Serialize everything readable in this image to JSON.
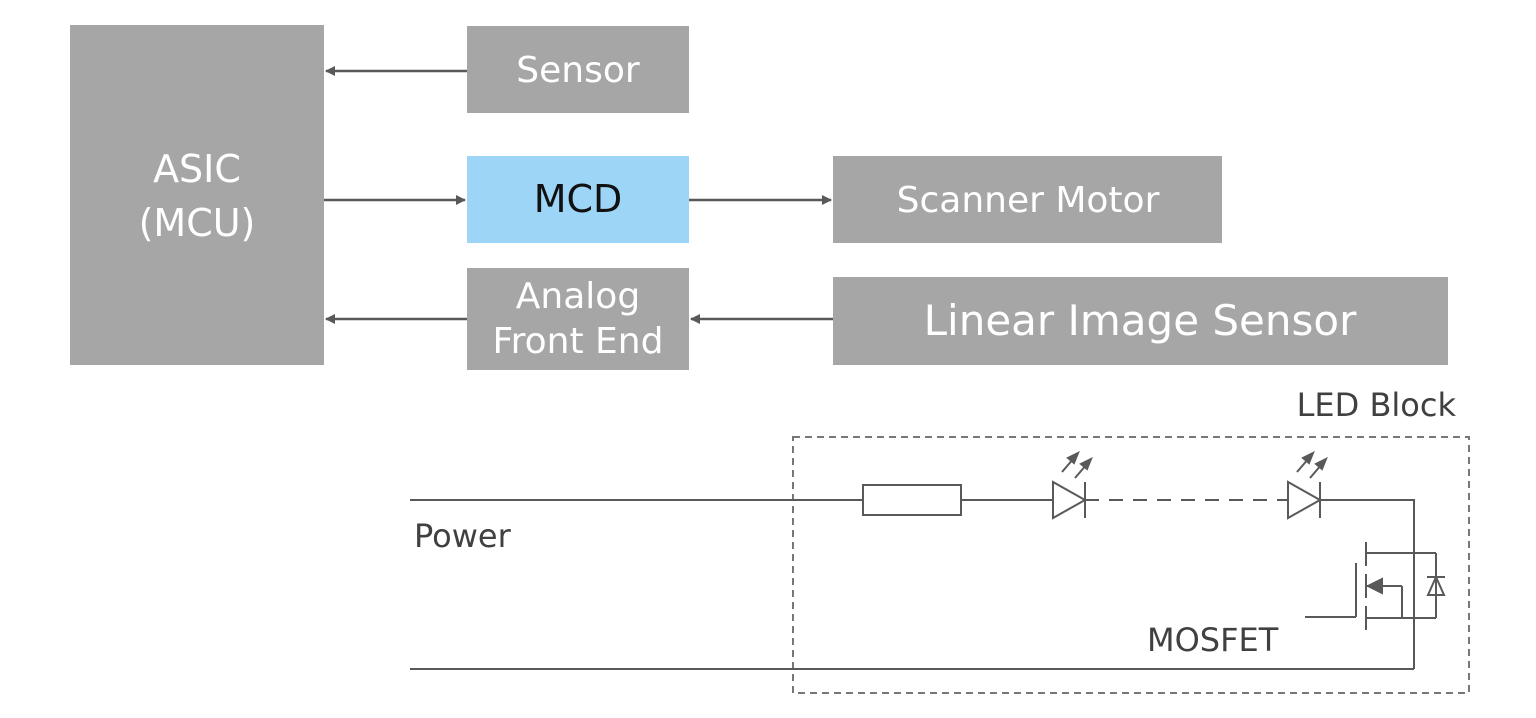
{
  "colors": {
    "block_fill": "#a6a6a6",
    "highlight_fill": "#9dd5f7",
    "block_text": "#ffffff",
    "highlight_text": "#111111",
    "line": "#595959",
    "label_text": "#404040"
  },
  "blocks": {
    "asic": {
      "line1": "ASIC",
      "line2": "(MCU)"
    },
    "sensor": {
      "label": "Sensor"
    },
    "mcd": {
      "label": "MCD"
    },
    "scanner_motor": {
      "label": "Scanner Motor"
    },
    "analog_front_end": {
      "line1": "Analog",
      "line2": "Front End"
    },
    "linear_image_sensor": {
      "label": "Linear Image Sensor"
    }
  },
  "circuit": {
    "led_block_label": "LED Block",
    "power_label": "Power",
    "mosfet_label": "MOSFET"
  }
}
